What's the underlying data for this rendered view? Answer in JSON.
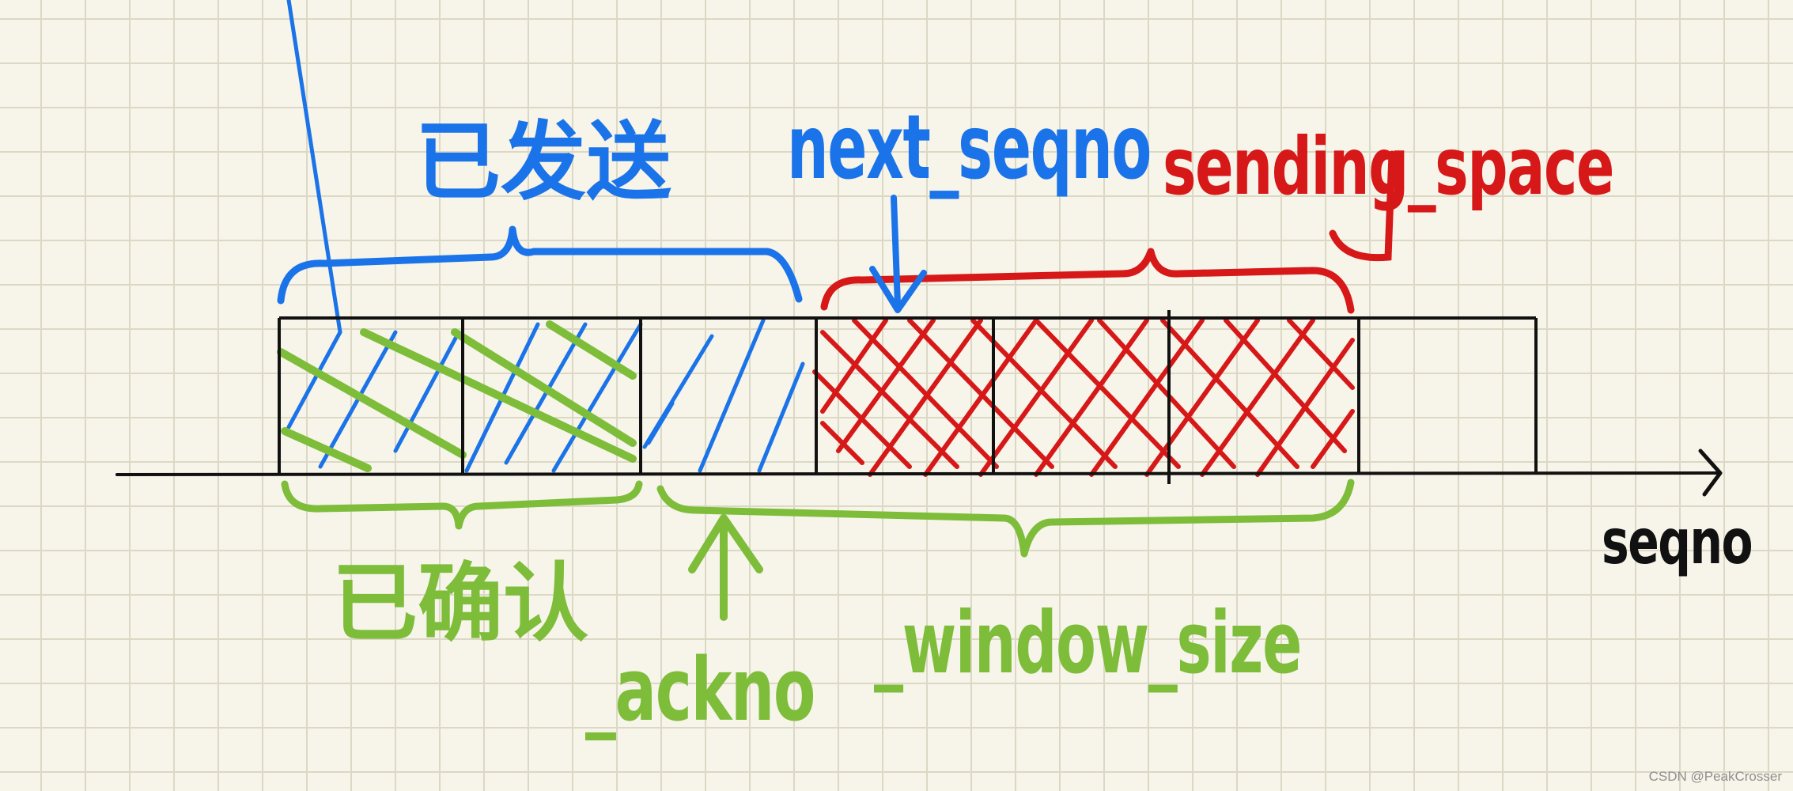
{
  "labels": {
    "sent": "已发送",
    "next_seqno": "next_seqno",
    "sending_space": "sending_space",
    "seqno": "seqno",
    "acked": "已确认",
    "ackno": "_ackno",
    "window_size": "_window_size"
  },
  "watermark": "CSDN @PeakCrosser",
  "colors": {
    "blue": "#1a73e8",
    "green": "#7dbd3a",
    "red": "#d61818",
    "black": "#111111"
  }
}
